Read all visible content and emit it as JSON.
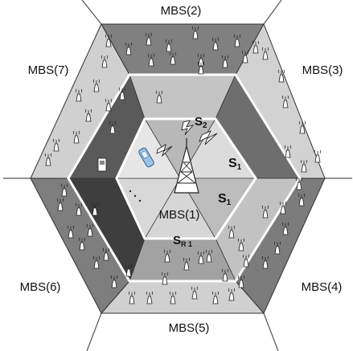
{
  "labels": {
    "mbs1": "MBS(1)",
    "mbs2": "MBS(2)",
    "mbs3": "MBS(3)",
    "mbs4": "MBS(4)",
    "mbs5": "MBS(5)",
    "mbs6": "MBS(6)",
    "mbs7": "MBS(7)"
  },
  "sectors": {
    "s1": "S",
    "s1_sub": "1",
    "s2": "S",
    "s2_sub": "2",
    "s3": "S",
    "s3_sub": "1",
    "sr": "S",
    "sr_sub": "R 1"
  },
  "colors": {
    "dark_gray": "#7a7a7a",
    "mid_gray": "#a6a6a6",
    "light_gray": "#d0d0d0",
    "very_dark": "#4a4a4a",
    "ring_line": "#ffffff"
  },
  "icons": [
    "antenna-icon",
    "macro-tower-icon",
    "mobile-phone-icon",
    "relay-icon",
    "lightning-icon"
  ]
}
